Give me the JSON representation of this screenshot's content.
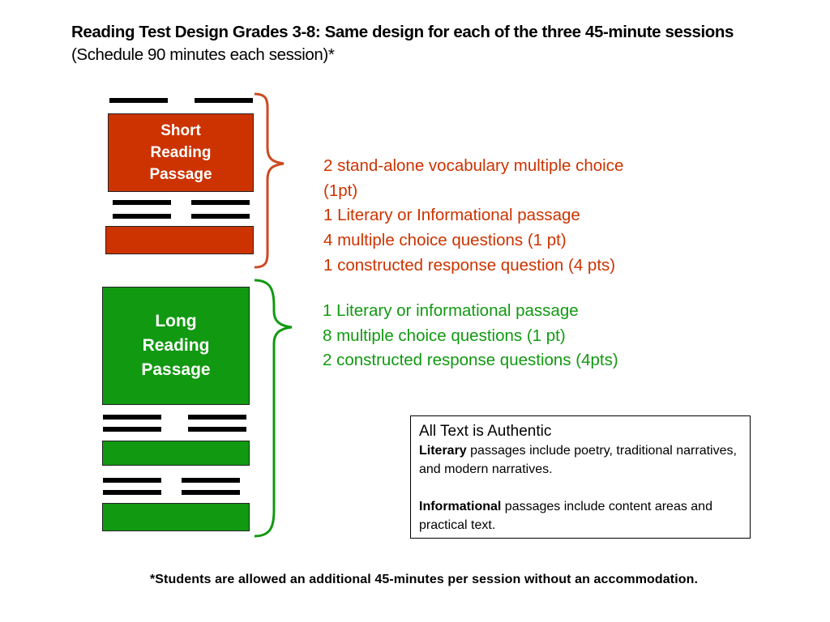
{
  "title": {
    "bold": "Reading Test Design Grades 3-8:  Same design for each of the three 45-minute sessions",
    "regular": "(Schedule 90 minutes each session)*"
  },
  "short_section": {
    "label": "Short\nReading\nPassage",
    "color": "#cc3300",
    "lines": [
      "2 stand-alone vocabulary multiple choice",
      "(1pt)",
      "1 Literary or Informational passage",
      "4 multiple choice questions (1 pt)",
      "1 constructed response question (4 pts)"
    ]
  },
  "long_section": {
    "label": "Long\nReading\nPassage",
    "color": "#119911",
    "lines": [
      "1 Literary or informational passage",
      "8 multiple choice questions (1 pt)",
      "2 constructed response questions (4pts)"
    ]
  },
  "note": {
    "heading": "All Text is Authentic",
    "literary_bold": "Literary",
    "literary_rest": "passages include poetry, traditional narratives, and modern narratives.",
    "informational_bold": "Informational",
    "informational_rest": "passages include content areas and practical text."
  },
  "footer": "*Students are allowed an additional 45-minutes per session without an accommodation."
}
